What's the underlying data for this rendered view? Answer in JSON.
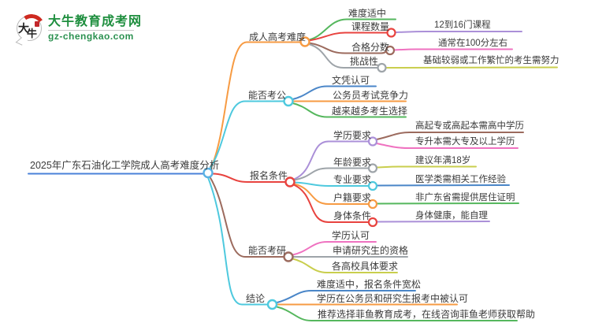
{
  "logo": {
    "site_name": "大牛教育成考网",
    "site_url": "gz-chengkao.com",
    "icon_char_1": "大",
    "icon_char_2": "牛"
  },
  "colors": {
    "accent_orange": "#F79B43",
    "accent_cyan": "#4EC9DE",
    "accent_red": "#E8433F",
    "accent_brown": "#9C6B5E",
    "accent_green": "#55B75D",
    "accent_blue": "#4A86C8",
    "accent_purple": "#AB90D8",
    "accent_pink": "#EF72C0",
    "accent_yellow": "#C9CE4D",
    "accent_gray": "#9EA4A9",
    "root_ring": "#5AB2E4",
    "root_underline": "#4A82D9",
    "logo_green": "#1E8E3E",
    "text": "#3B3B3B"
  },
  "mindmap": {
    "root": "2025年广东石油化工学院成人高考难度分析",
    "branches": [
      {
        "label": "成人高考难度",
        "children": [
          {
            "text": "难度适中"
          },
          {
            "text": "课程数量",
            "children": [
              {
                "text": "12到16门课程"
              }
            ]
          },
          {
            "text": "合格分数",
            "children": [
              {
                "text": "通常在100分左右"
              }
            ]
          },
          {
            "text": "挑战性",
            "children": [
              {
                "text": "基础较弱或工作繁忙的考生需努力"
              }
            ]
          }
        ]
      },
      {
        "label": "能否考公",
        "children": [
          {
            "text": "文凭认可"
          },
          {
            "text": "公务员考试竞争力"
          },
          {
            "text": "越来越多考生选择"
          }
        ]
      },
      {
        "label": "报名条件",
        "children": [
          {
            "text": "学历要求",
            "children": [
              {
                "text": "高起专或高起本需高中学历"
              },
              {
                "text": "专升本需大专及以上学历"
              }
            ]
          },
          {
            "text": "年龄要求",
            "children": [
              {
                "text": "建议年满18岁"
              }
            ]
          },
          {
            "text": "专业要求",
            "children": [
              {
                "text": "医学类需相关工作经验"
              }
            ]
          },
          {
            "text": "户籍要求",
            "children": [
              {
                "text": "非广东省需提供居住证明"
              }
            ]
          },
          {
            "text": "身体条件",
            "children": [
              {
                "text": "身体健康，能自理"
              }
            ]
          }
        ]
      },
      {
        "label": "能否考研",
        "children": [
          {
            "text": "学历认可"
          },
          {
            "text": "申请研究生的资格"
          },
          {
            "text": "各高校具体要求"
          }
        ]
      },
      {
        "label": "结论",
        "children": [
          {
            "text": "难度适中，报名条件宽松"
          },
          {
            "text": "学历在公务员和研究生报考中被认可"
          },
          {
            "text": "推荐选择菲鱼教育成考，在线咨询菲鱼老师获取帮助"
          }
        ]
      }
    ]
  }
}
